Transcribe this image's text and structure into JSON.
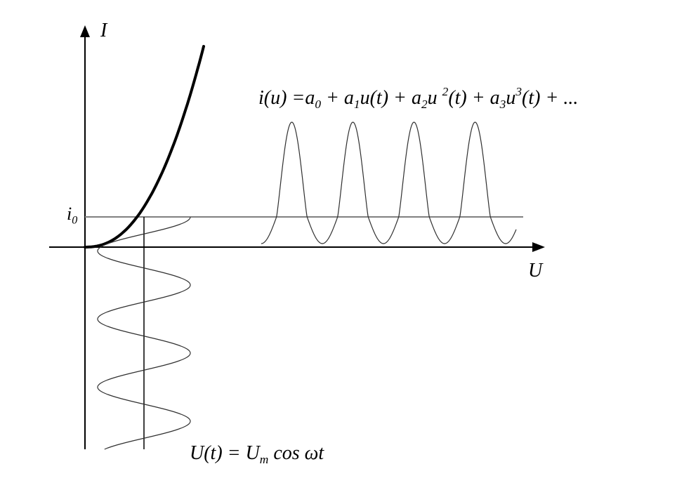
{
  "labels": {
    "y_axis": "I",
    "x_axis": "U",
    "bias_current": {
      "base": "i",
      "sub": "0"
    },
    "series_formula": {
      "lhs": "i(u) =",
      "a0": "a",
      "a0_sub": "0",
      "plus1": " + ",
      "a1": "a",
      "a1_sub": "1",
      "a1_rest": "u(t)",
      "plus2": " + ",
      "a2": "a",
      "a2_sub": "2",
      "a2_u": "u ",
      "a2_sup": "2",
      "a2_rest": "(t)",
      "plus3": " + ",
      "a3": "a",
      "a3_sub": "3",
      "a3_u": "u",
      "a3_sup": "3",
      "a3_rest": "(t)",
      "tail": " + ..."
    },
    "input_signal": {
      "lhs": "U(t) = U",
      "sub": "m",
      "rhs": " cos ωt"
    }
  },
  "colors": {
    "axis": "#000000",
    "characteristic_curve": "#000000",
    "bias_line": "#808080",
    "waveform": "#303030"
  },
  "icons": {
    "y_axis_arrow": "arrow-up-icon",
    "x_axis_arrow": "arrow-right-icon"
  }
}
